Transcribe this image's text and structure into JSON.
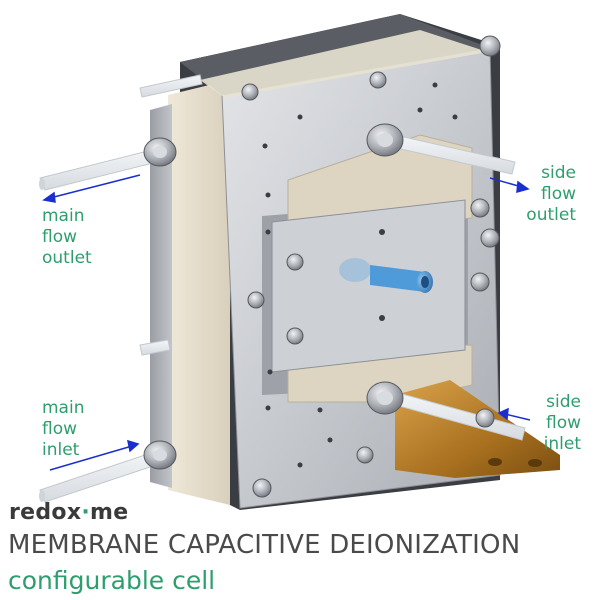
{
  "brand": {
    "name_part1": "redox",
    "name_part2": "me",
    "separator": "·",
    "accent_color": "#2e9e6e"
  },
  "title": "MEMBRANE CAPACITIVE DEIONIZATION",
  "subtitle": "configurable cell",
  "callouts": {
    "main_outlet": [
      "main",
      "flow",
      "outlet"
    ],
    "main_inlet": [
      "main",
      "flow",
      "inlet"
    ],
    "side_outlet": [
      "side",
      "flow",
      "outlet"
    ],
    "side_inlet": [
      "side",
      "flow",
      "inlet"
    ]
  },
  "colors": {
    "label_green": "#2e9e6e",
    "arrow_blue": "#1a2fd0",
    "plate_steel": "#c9ccd0",
    "gasket_cream": "#e8e0cf",
    "back_plate_dark": "#3a3d42",
    "copper_tab": "#b07a2a",
    "blue_port": "#4f9ad8"
  }
}
